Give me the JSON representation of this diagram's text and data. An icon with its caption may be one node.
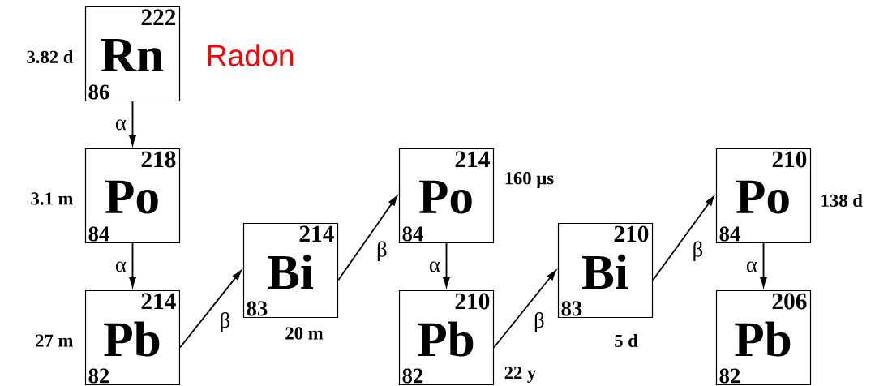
{
  "diagram": {
    "nodes": [
      {
        "text": [
          "222",
          "Rn",
          "86"
        ],
        "beside": [
          "3.82 d"
        ]
      },
      {
        "text": [
          "218",
          "Po",
          "84"
        ],
        "beside": [
          "3.1 m"
        ]
      },
      {
        "text": [
          "214",
          "Pb",
          "82"
        ],
        "beside": [
          "27 m"
        ]
      },
      {
        "text": [
          "214",
          "Bi",
          "83"
        ],
        "beside": [
          "20 m"
        ]
      },
      {
        "text": [
          "214",
          "Po",
          "84"
        ],
        "beside": [
          "160 µs"
        ]
      },
      {
        "text": [
          "210",
          "Pb",
          "82"
        ],
        "beside": [
          "22 y"
        ]
      },
      {
        "text": [
          "210",
          "Bi",
          "83"
        ],
        "beside": [
          "5 d"
        ]
      },
      {
        "text": [
          "210",
          "Po",
          "84"
        ],
        "beside": [
          "138 d"
        ]
      },
      {
        "text": [
          "206",
          "Pb",
          "82"
        ]
      }
    ],
    "edges": [
      {
        "from": 0,
        "to": 1,
        "arrow": "to",
        "label": "α"
      },
      {
        "from": 1,
        "to": 2,
        "arrow": "to",
        "label": "α"
      },
      {
        "from": 2,
        "to": 3,
        "arrow": "to",
        "label": "β"
      },
      {
        "from": 3,
        "to": 4,
        "arrow": "to",
        "label": "β"
      },
      {
        "from": 4,
        "to": 5,
        "arrow": "to",
        "label": "α"
      },
      {
        "from": 5,
        "to": 6,
        "arrow": "to",
        "label": "β"
      },
      {
        "from": 6,
        "to": 7,
        "arrow": "to",
        "label": "β"
      },
      {
        "from": 7,
        "to": 8,
        "arrow": "to",
        "label": "α"
      }
    ],
    "labels": [
      "Radon"
    ]
  }
}
